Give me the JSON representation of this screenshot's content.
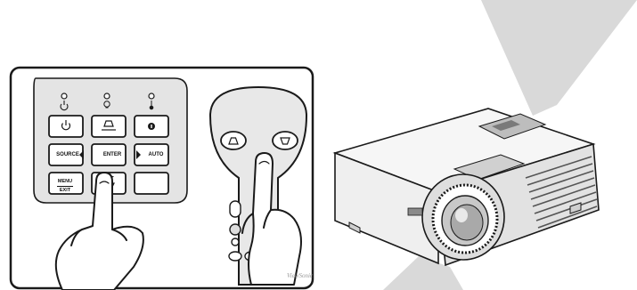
{
  "keypad": {
    "indicators": [
      {
        "name": "power-led-icon"
      },
      {
        "name": "lamp-led-icon"
      },
      {
        "name": "temperature-led-icon"
      }
    ],
    "keys": {
      "power": "power-icon",
      "keystone_up": "keystone-up-icon",
      "info": "info-icon",
      "source_label": "SOURCE",
      "enter_label": "ENTER",
      "auto_label": "AUTO",
      "menu_label": "MENU",
      "exit_label": "EXIT",
      "keystone_down": "keystone-down-icon"
    }
  },
  "remote": {
    "keys": [
      "keystone-up-icon",
      "keystone-down-icon"
    ]
  },
  "brand": {
    "wordmark": "ViewSonic"
  },
  "colors": {
    "outline": "#1a1a1a",
    "panel": "#e3e3e3",
    "beam": "#d6d6d6",
    "projector_body": "#f4f4f4",
    "lens": "#cfcfcf"
  }
}
